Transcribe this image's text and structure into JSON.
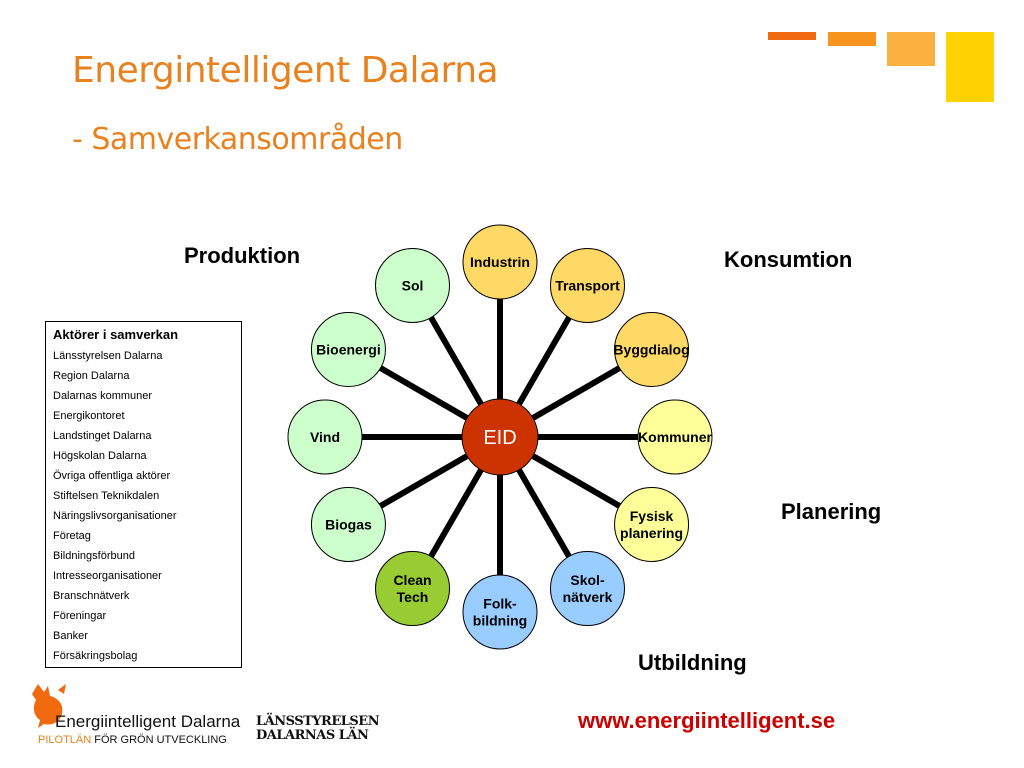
{
  "header": {
    "title": "Energintelligent Dalarna",
    "subtitle": "- Samverkansområden"
  },
  "colors": {
    "title": "#e8821e",
    "produktion_node": "#ccffcc",
    "konsumtion_node": "#ffd966",
    "planering_node": "#ffff99",
    "utbildning_node": "#99ccff",
    "clean_tech_node": "#99cc33",
    "hub": "#cc3300"
  },
  "groups": {
    "produktion": "Produktion",
    "konsumtion": "Konsumtion",
    "planering": "Planering",
    "utbildning": "Utbildning"
  },
  "diagram": {
    "hub": "EID",
    "nodes": [
      {
        "id": "industrin",
        "label": [
          "Industrin"
        ],
        "color": "#ffd966"
      },
      {
        "id": "transport",
        "label": [
          "Transport"
        ],
        "color": "#ffd966"
      },
      {
        "id": "byggdialog",
        "label": [
          "Byggdialog"
        ],
        "color": "#ffd966"
      },
      {
        "id": "kommuner",
        "label": [
          "Kommuner"
        ],
        "color": "#ffff99"
      },
      {
        "id": "fysisk-planering",
        "label": [
          "Fysisk",
          "planering"
        ],
        "color": "#ffff99"
      },
      {
        "id": "skol-natverk",
        "label": [
          "Skol-",
          "nätverk"
        ],
        "color": "#99ccff"
      },
      {
        "id": "folk-bildning",
        "label": [
          "Folk-",
          "bildning"
        ],
        "color": "#99ccff"
      },
      {
        "id": "clean-tech",
        "label": [
          "Clean",
          "Tech"
        ],
        "color": "#99cc33"
      },
      {
        "id": "biogas",
        "label": [
          "Biogas"
        ],
        "color": "#ccffcc"
      },
      {
        "id": "vind",
        "label": [
          "Vind"
        ],
        "color": "#ccffcc"
      },
      {
        "id": "bioenergi",
        "label": [
          "Bioenergi"
        ],
        "color": "#ccffcc"
      },
      {
        "id": "sol",
        "label": [
          "Sol"
        ],
        "color": "#ccffcc"
      }
    ]
  },
  "actors": {
    "title": "Aktörer i samverkan",
    "items": [
      "Länsstyrelsen Dalarna",
      "Region Dalarna",
      "Dalarnas kommuner",
      "Energikontoret",
      "Landstinget Dalarna",
      "Högskolan Dalarna",
      "Övriga offentliga aktörer",
      "Stiftelsen Teknikdalen",
      "Näringslivsorganisationer",
      "Företag",
      "Bildningsförbund",
      "Intresseorganisationer",
      "Branschnätverk",
      "Föreningar",
      "Banker",
      "Försäkringsbolag"
    ]
  },
  "footer": {
    "url": "www.energiintelligent.se",
    "logo_name": "Energiintelligent Dalarna",
    "logo_tag_highlight": "PILOTLÄN",
    "logo_tag_rest": " FÖR GRÖN UTVECKLING",
    "lans_line1": "LÄNSSTYRELSEN",
    "lans_line2": "DALARNAS LÄN"
  }
}
